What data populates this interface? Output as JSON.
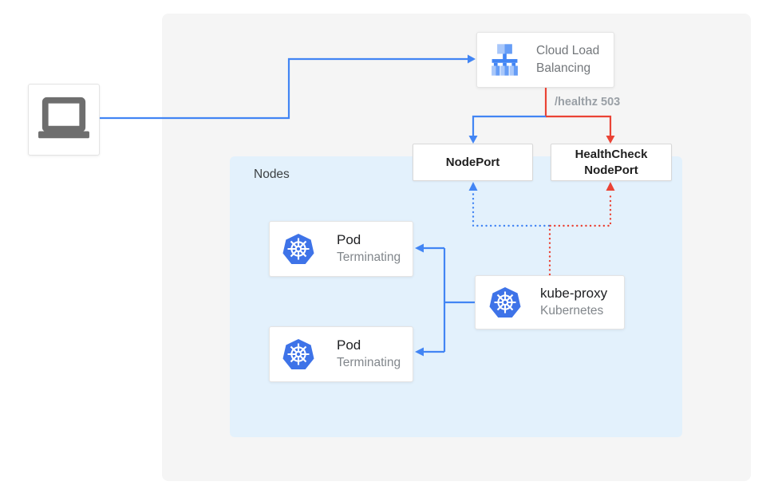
{
  "diagram": {
    "nodes_label": "Nodes",
    "healthz_label": "/healthz 503",
    "cloud_load_balancing": {
      "label": "Cloud Load Balancing"
    },
    "nodeport": {
      "label": "NodePort"
    },
    "healthcheck_nodeport": {
      "label": "HealthCheck NodePort"
    },
    "pods": [
      {
        "title": "Pod",
        "subtitle": "Terminating"
      },
      {
        "title": "Pod",
        "subtitle": "Terminating"
      }
    ],
    "kube_proxy": {
      "title": "kube-proxy",
      "subtitle": "Kubernetes"
    },
    "icons": {
      "client": "laptop-icon",
      "load_balancer": "load-balancer-icon",
      "pods": "kubernetes-icon",
      "kube_proxy": "kubernetes-icon"
    },
    "colors": {
      "flow_blue": "#4285F4",
      "flow_red": "#EA4335",
      "kubernetes_blue": "#3E73E8",
      "panel_background": "#F5F5F5",
      "nodes_background": "#E3F1FC",
      "icon_gray": "#6E6E6E",
      "healthz_text": "#9AA0A6"
    }
  }
}
